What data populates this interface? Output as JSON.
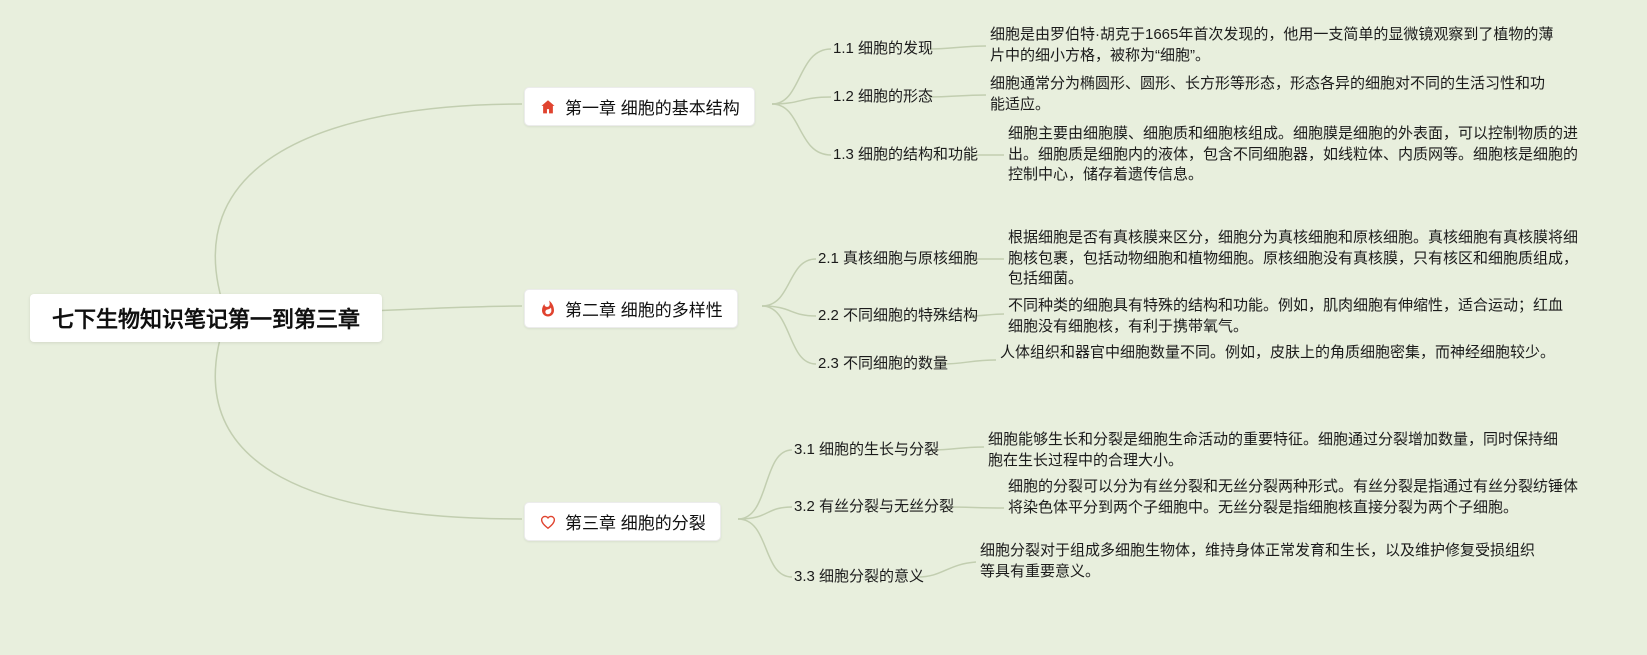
{
  "colors": {
    "canvas_bg": "#e8efdd",
    "line_color": "#c2ceb0",
    "accent_red": "#e0432f"
  },
  "root": {
    "title": "七下生物知识笔记第一到第三章"
  },
  "chapters": [
    {
      "title": "第一章 细胞的基本结构",
      "icon": "house-icon",
      "topics": [
        {
          "label": "1.1 细胞的发现",
          "detail": "细胞是由罗伯特·胡克于1665年首次发现的，他用一支简单的显微镜观察到了植物的薄片中的细小方格，被称为“细胞”。"
        },
        {
          "label": "1.2 细胞的形态",
          "detail": "细胞通常分为椭圆形、圆形、长方形等形态，形态各异的细胞对不同的生活习性和功能适应。"
        },
        {
          "label": "1.3 细胞的结构和功能",
          "detail": "细胞主要由细胞膜、细胞质和细胞核组成。细胞膜是细胞的外表面，可以控制物质的进出。细胞质是细胞内的液体，包含不同细胞器，如线粒体、内质网等。细胞核是细胞的控制中心，储存着遗传信息。"
        }
      ]
    },
    {
      "title": "第二章 细胞的多样性",
      "icon": "flame-icon",
      "topics": [
        {
          "label": "2.1 真核细胞与原核细胞",
          "detail": "根据细胞是否有真核膜来区分，细胞分为真核细胞和原核细胞。真核细胞有真核膜将细胞核包裹，包括动物细胞和植物细胞。原核细胞没有真核膜，只有核区和细胞质组成，包括细菌。"
        },
        {
          "label": "2.2 不同细胞的特殊结构",
          "detail": "不同种类的细胞具有特殊的结构和功能。例如，肌肉细胞有伸缩性，适合运动；红血细胞没有细胞核，有利于携带氧气。"
        },
        {
          "label": "2.3 不同细胞的数量",
          "detail": "人体组织和器官中细胞数量不同。例如，皮肤上的角质细胞密集，而神经细胞较少。"
        }
      ]
    },
    {
      "title": "第三章 细胞的分裂",
      "icon": "heart-icon",
      "topics": [
        {
          "label": "3.1 细胞的生长与分裂",
          "detail": "细胞能够生长和分裂是细胞生命活动的重要特征。细胞通过分裂增加数量，同时保持细胞在生长过程中的合理大小。"
        },
        {
          "label": "3.2 有丝分裂与无丝分裂",
          "detail": "细胞的分裂可以分为有丝分裂和无丝分裂两种形式。有丝分裂是指通过有丝分裂纺锤体将染色体平分到两个子细胞中。无丝分裂是指细胞核直接分裂为两个子细胞。"
        },
        {
          "label": "3.3 细胞分裂的意义",
          "detail": "细胞分裂对于组成多细胞生物体，维持身体正常发育和生长，以及维护修复受损组织等具有重要意义。"
        }
      ]
    }
  ]
}
